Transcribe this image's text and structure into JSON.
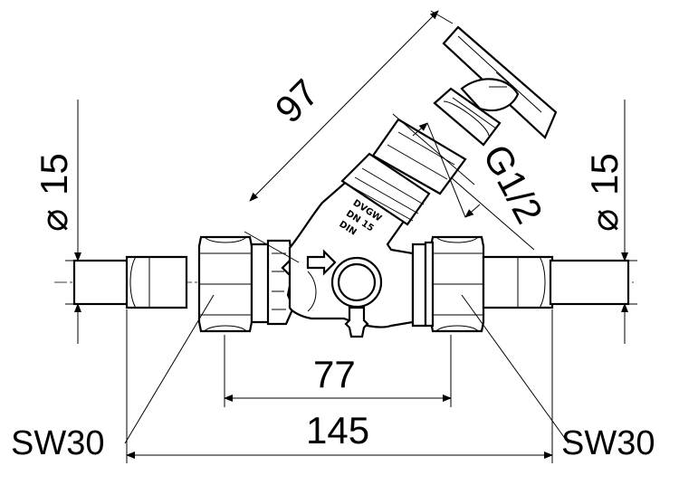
{
  "title": "",
  "dimensions": {
    "length_overall": "145",
    "port_spacing": "77",
    "height_angled": "97",
    "thread": "G1/2",
    "pipe_diameter_left": "15",
    "pipe_diameter_right": "15",
    "wrench_left": "SW30",
    "wrench_right": "SW30"
  },
  "body_markings": {
    "line1": "DVGW",
    "line2": "DN 15",
    "line3": "DIN"
  },
  "symbols": {
    "diameter": "⌀"
  }
}
